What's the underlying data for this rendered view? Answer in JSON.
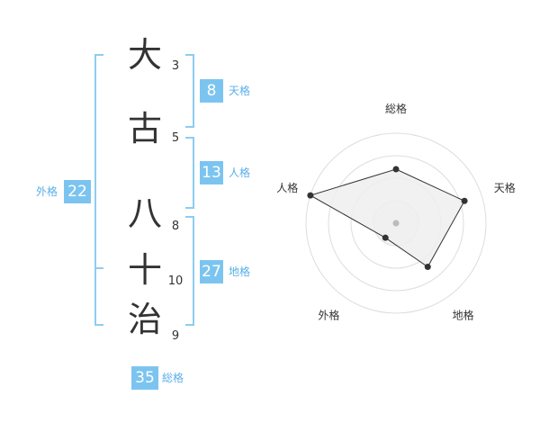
{
  "name": {
    "chars": [
      "大",
      "古",
      "八",
      "十",
      "治"
    ],
    "strokes": [
      "3",
      "5",
      "8",
      "10",
      "9"
    ]
  },
  "scores": {
    "tenkaku": {
      "value": "8",
      "label": "天格"
    },
    "jinkaku": {
      "value": "13",
      "label": "人格"
    },
    "chikaku": {
      "value": "27",
      "label": "地格"
    },
    "gaikaku": {
      "value": "22",
      "label": "外格"
    },
    "soukaku": {
      "value": "35",
      "label": "総格"
    }
  },
  "chart_data": {
    "type": "radar",
    "axes": [
      "総格",
      "天格",
      "地格",
      "外格",
      "人格"
    ],
    "values": [
      3,
      4,
      3,
      1,
      5
    ],
    "max": 5,
    "rings": 4,
    "colors": {
      "fill": "#eeeeee",
      "line": "#333333",
      "ring": "#dddddd",
      "point": "#333333",
      "center": "#bbbbbb"
    }
  }
}
